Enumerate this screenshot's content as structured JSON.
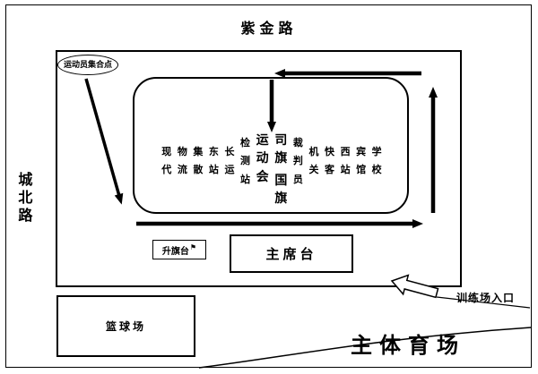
{
  "colors": {
    "ink": "#000000",
    "paper": "#ffffff"
  },
  "roads": {
    "top": "紫金路",
    "left": "城北路"
  },
  "labels": {
    "assembly_point": "运动员集合点",
    "flag_platform": "升旗台",
    "rostrum": "主席台",
    "basketball_court": "篮球场",
    "main_stadium": "主体育场",
    "training_entrance": "训练场入口"
  },
  "icons": {
    "flag": "⚑"
  },
  "formation": {
    "columns_left": [
      "现代",
      "物流",
      "集散",
      "东站",
      "长运"
    ],
    "column_check": "检测站",
    "column_games": "运动会",
    "column_flag_top": "司旗",
    "column_flag_bottom": "国旗",
    "column_referee": "裁判员",
    "columns_right": [
      "机关",
      "快客",
      "西站",
      "宾馆",
      "学校"
    ]
  }
}
